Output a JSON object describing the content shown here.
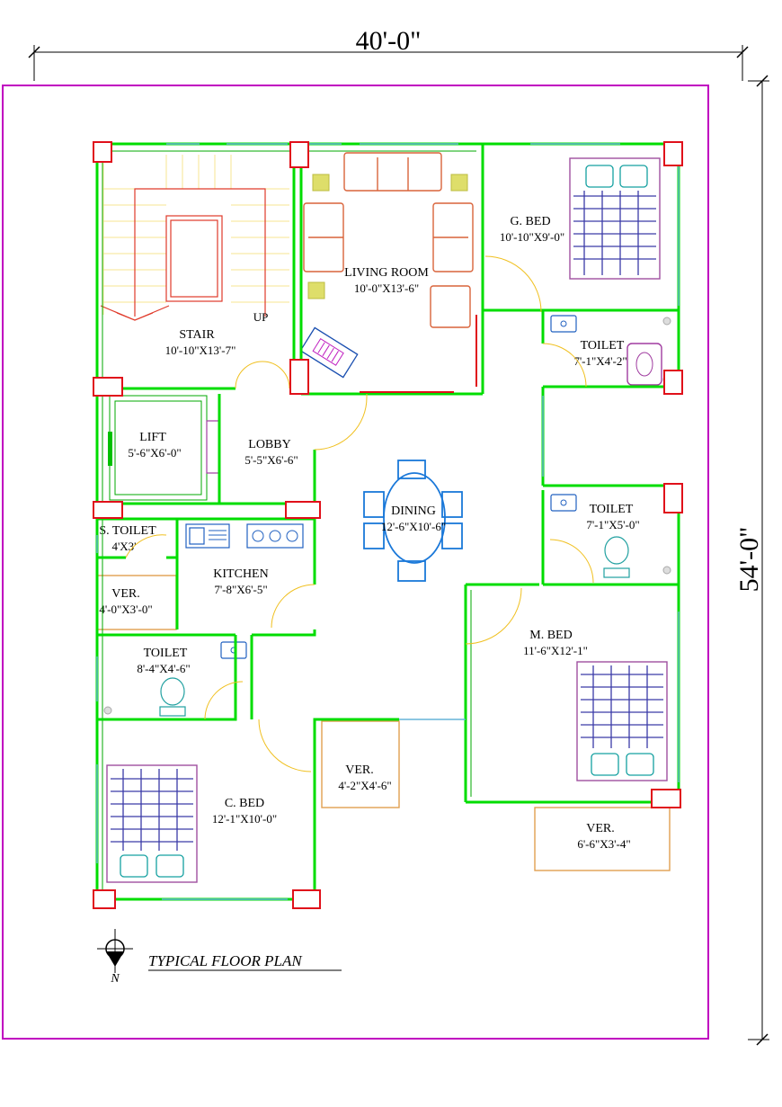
{
  "overall": {
    "width_dim": "40'-0\"",
    "depth_dim": "54'-0\""
  },
  "title": "TYPICAL FLOOR PLAN",
  "north_label": "N",
  "rooms": {
    "stair": {
      "name": "STAIR",
      "dim": "10'-10\"X13'-7\"",
      "up": "UP"
    },
    "living": {
      "name": "LIVING ROOM",
      "dim": "10'-0\"X13'-6\""
    },
    "gbed": {
      "name": "G. BED",
      "dim": "10'-10\"X9'-0\""
    },
    "toilet_g": {
      "name": "TOILET",
      "dim": "7'-1\"X4'-2\""
    },
    "lift": {
      "name": "LIFT",
      "dim": "5'-6\"X6'-0\""
    },
    "lobby": {
      "name": "LOBBY",
      "dim": "5'-5\"X6'-6\""
    },
    "dining": {
      "name": "DINING",
      "dim": "12'-6\"X10'-6\""
    },
    "toilet_m": {
      "name": "TOILET",
      "dim": "7'-1\"X5'-0\""
    },
    "stoilet": {
      "name": "S. TOILET",
      "dim": "4'X3'"
    },
    "kitchen": {
      "name": "KITCHEN",
      "dim": "7'-8\"X6'-5\""
    },
    "ver_k": {
      "name": "VER.",
      "dim": "4'-0\"X3'-0\""
    },
    "mbed": {
      "name": "M. BED",
      "dim": "11'-6\"X12'-1\""
    },
    "toilet_c": {
      "name": "TOILET",
      "dim": "8'-4\"X4'-6\""
    },
    "ver_c": {
      "name": "VER.",
      "dim": "4'-2\"X4'-6\""
    },
    "cbed": {
      "name": "C. BED",
      "dim": "12'-1\"X10'-0\""
    },
    "ver_m": {
      "name": "VER.",
      "dim": "6'-6\"X3'-4\""
    }
  },
  "colors": {
    "border": "#c000c0",
    "wall": "#00dd00",
    "column": "#e0101a",
    "window": "#66b3d9",
    "door_swing": "#f0c020"
  }
}
